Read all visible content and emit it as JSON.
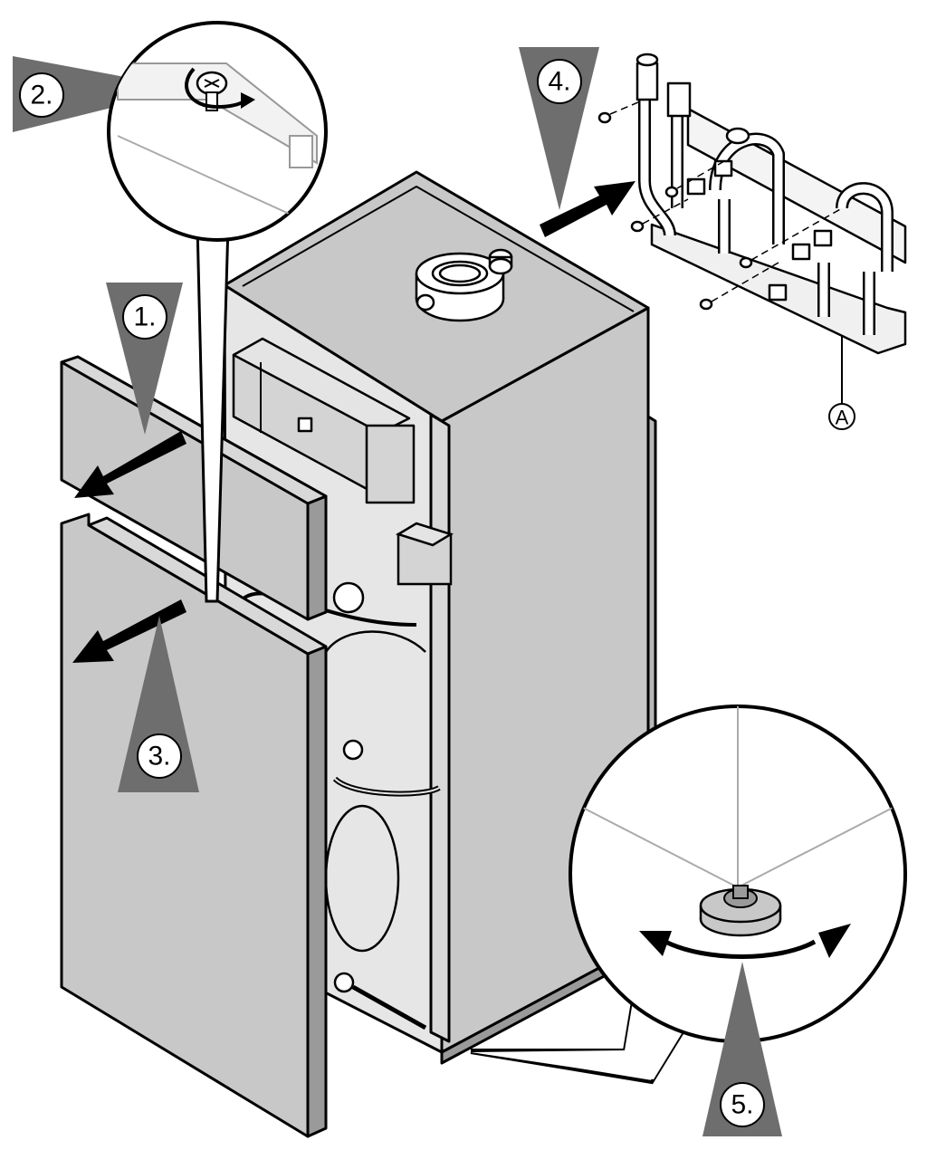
{
  "figure": {
    "steps": [
      {
        "id": "1",
        "label": "1."
      },
      {
        "id": "2",
        "label": "2."
      },
      {
        "id": "3",
        "label": "3."
      },
      {
        "id": "4",
        "label": "4."
      },
      {
        "id": "5",
        "label": "5."
      }
    ],
    "callout": {
      "label": "A"
    },
    "colors": {
      "housing": "#c8c8c8",
      "housing_dark": "#9a9a9a",
      "badge": "#6e6e6e",
      "badge_circle": "#ffffff",
      "stroke": "#000000"
    }
  }
}
